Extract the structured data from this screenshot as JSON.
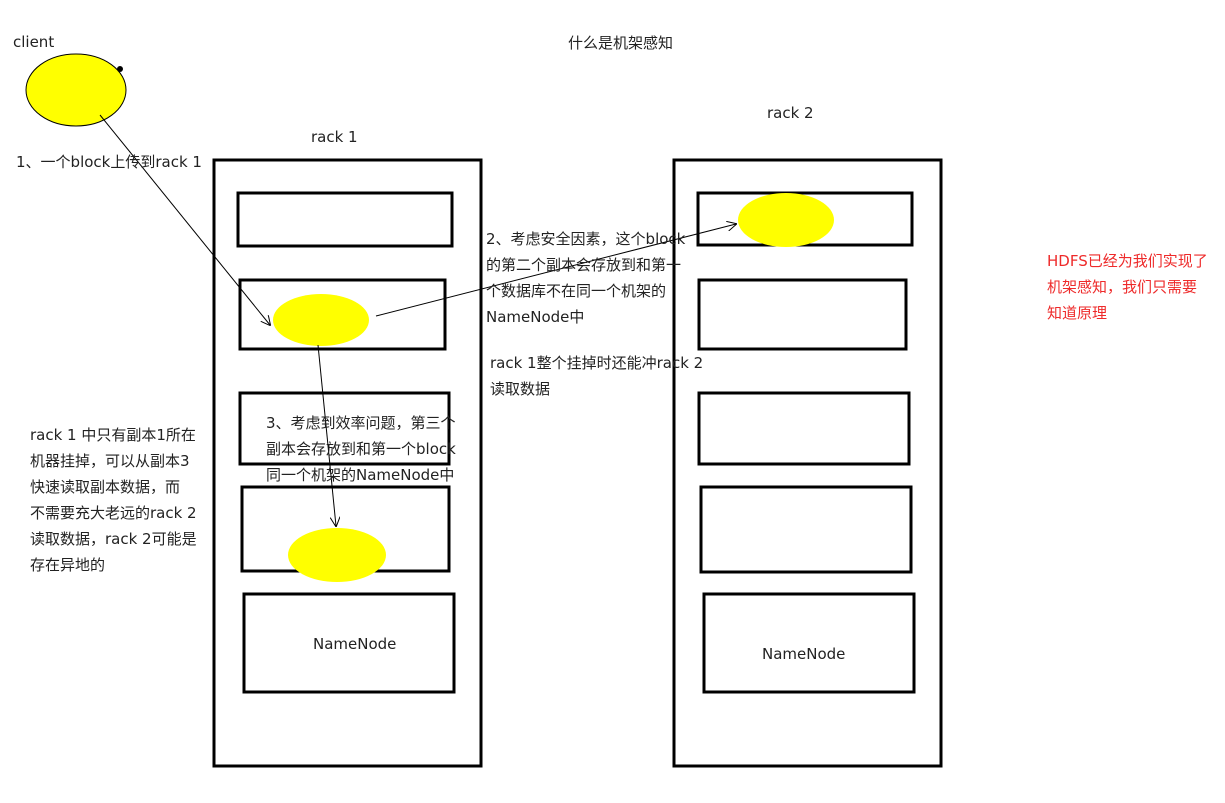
{
  "title": "什么是机架感知",
  "client_label": "client",
  "racks": [
    {
      "label": "rack 1",
      "namenode_label": "NameNode"
    },
    {
      "label": "rack 2",
      "namenode_label": "NameNode"
    }
  ],
  "notes": {
    "step1": "1、一个block上传到rack 1",
    "step2": "2、考虑安全因素，这个block\n的第二个副本会存放到和第一\n个数据库不在同一个机架的\nNameNode中",
    "rack1_down": "rack 1整个挂掉时还能冲rack 2\n读取数据",
    "step3": "3、考虑到效率问题，第三个\n副本会存放到和第一个block\n同一个机架的NameNode中",
    "left_note": "rack 1 中只有副本1所在\n机器挂掉，可以从副本3\n快速读取副本数据，而\n不需要充大老远的rack 2\n读取数据，rack 2可能是\n存在异地的",
    "hdfs_note": "HDFS已经为我们实现了\n机架感知，我们只需要\n知道原理"
  },
  "colors": {
    "block_fill": "#ffff00",
    "stroke": "#000000",
    "highlight_text": "#ee2a2a"
  }
}
